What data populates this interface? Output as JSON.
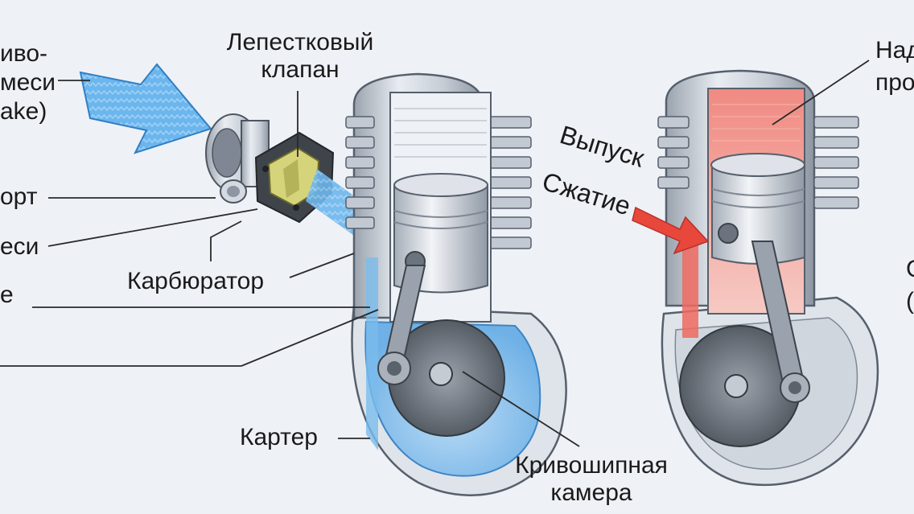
{
  "colors": {
    "background": "#eef1f6",
    "intake_blue": "#5aa8e8",
    "exhaust_red": "#e8473c",
    "metal": "#c9cfd8",
    "reed_yellow": "#d8d77a"
  },
  "labels": {
    "left_edge": {
      "line1": "иво-",
      "line2": "меси",
      "line3": "ake)",
      "port": "орт",
      "mix": "еси",
      "e": "е"
    },
    "reed_valve": "Лепестковый клапан",
    "carburetor": "Карбюратор",
    "crankcase": "Картер",
    "crank_chamber": "Кривошипная камера",
    "exhaust": "Выпуск",
    "compression": "Сжатие",
    "right_edge": {
      "line1": "Над",
      "line2": "про",
      "paren1": "С",
      "paren2": "("
    }
  },
  "icons": {
    "intake_arrow": "intake-arrow-icon",
    "compression_arrow": "compression-arrow-icon"
  }
}
